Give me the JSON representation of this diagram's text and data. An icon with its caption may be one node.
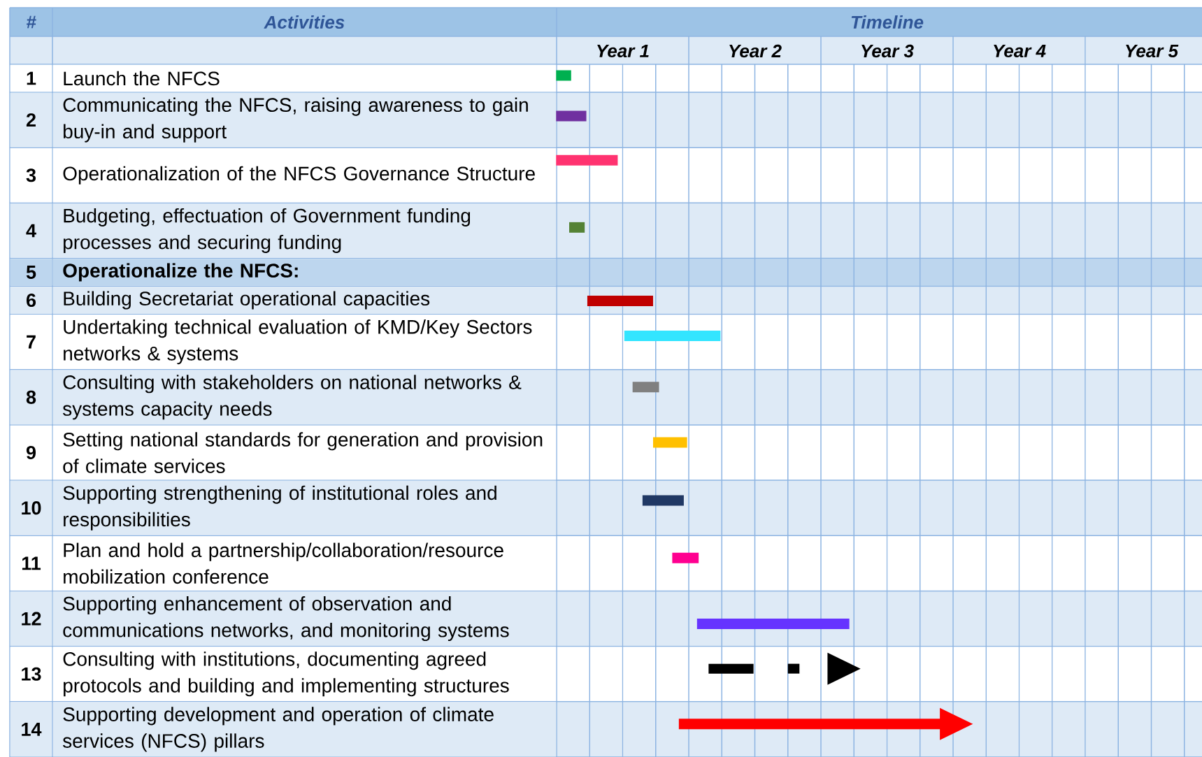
{
  "diagram": {
    "labels": [
      "#",
      "Activities",
      "Timeline",
      "Year 1",
      "Year 2",
      "Year 3",
      "Year 4",
      "Year 5",
      "1",
      "Launch the NFCS",
      "2",
      "Communicating the NFCS, raising awareness to gain buy-in and support",
      "3",
      "Operationalization of the NFCS Governance Structure",
      "4",
      "Budgeting, effectuation of Government funding processes and securing funding",
      "5",
      "Operationalize the NFCS:",
      "6",
      "Building Secretariat operational capacities",
      "7",
      "Undertaking technical evaluation of KMD/Key Sectors networks  & systems",
      "8",
      "Consulting with stakeholders on national networks & systems capacity needs",
      "9",
      "Setting national standards for generation and provision of  climate services",
      "10",
      "Supporting strengthening of institutional roles and responsibilities",
      "11",
      "Plan and hold a partnership/collaboration/resource mobilization conference",
      "12",
      "Supporting enhancement of observation and communications  networks, and monitoring systems",
      "13",
      "Consulting with institutions, documenting agreed protocols  and building and implementing structures",
      "14",
      "Supporting development and operation of  climate services (NFCS) pillars"
    ]
  }
}
